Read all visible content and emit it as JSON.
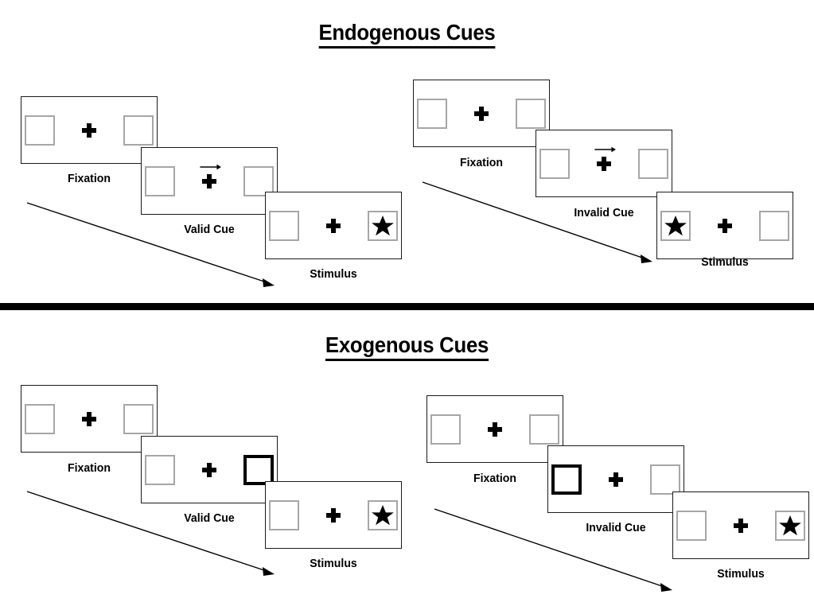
{
  "figure": {
    "title_endogenous": "Endogenous Cues",
    "title_exogenous": "Exogenous Cues",
    "colors": {
      "panel_border": "#1a1a1a",
      "box_border": "#a6a6a6",
      "cued_box_border": "#000000",
      "text": "#000000",
      "background": "#ffffff",
      "divider": "#000000"
    }
  },
  "sections": [
    {
      "id": "endogenous",
      "title": "Endogenous Cues",
      "cue_type": "arrow",
      "sequences": [
        {
          "id": "valid",
          "panels": [
            {
              "label": "Fixation",
              "left_box": "empty",
              "right_box": "empty",
              "cue": "none",
              "stimulus_side": "none"
            },
            {
              "label": "Valid Cue",
              "left_box": "empty",
              "right_box": "empty",
              "cue": "arrow-right",
              "stimulus_side": "none"
            },
            {
              "label": "Stimulus",
              "left_box": "empty",
              "right_box": "star",
              "cue": "none",
              "stimulus_side": "right"
            }
          ]
        },
        {
          "id": "invalid",
          "panels": [
            {
              "label": "Fixation",
              "left_box": "empty",
              "right_box": "empty",
              "cue": "none",
              "stimulus_side": "none"
            },
            {
              "label": "Invalid Cue",
              "left_box": "empty",
              "right_box": "empty",
              "cue": "arrow-right",
              "stimulus_side": "none"
            },
            {
              "label": "Stimulus",
              "left_box": "star",
              "right_box": "empty",
              "cue": "none",
              "stimulus_side": "left"
            }
          ]
        }
      ]
    },
    {
      "id": "exogenous",
      "title": "Exogenous Cues",
      "cue_type": "box-highlight",
      "sequences": [
        {
          "id": "valid",
          "panels": [
            {
              "label": "Fixation",
              "left_box": "empty",
              "right_box": "empty",
              "cue": "none",
              "stimulus_side": "none"
            },
            {
              "label": "Valid Cue",
              "left_box": "empty",
              "right_box": "cued",
              "cue": "box-right",
              "stimulus_side": "none"
            },
            {
              "label": "Stimulus",
              "left_box": "empty",
              "right_box": "star",
              "cue": "none",
              "stimulus_side": "right"
            }
          ]
        },
        {
          "id": "invalid",
          "panels": [
            {
              "label": "Fixation",
              "left_box": "empty",
              "right_box": "empty",
              "cue": "none",
              "stimulus_side": "none"
            },
            {
              "label": "Invalid Cue",
              "left_box": "cued",
              "right_box": "empty",
              "cue": "box-left",
              "stimulus_side": "none"
            },
            {
              "label": "Stimulus",
              "left_box": "empty",
              "right_box": "star",
              "cue": "none",
              "stimulus_side": "right"
            }
          ]
        }
      ]
    }
  ],
  "icons": {
    "fixation_cross": "plus-icon",
    "arrow_cue": "arrow-right-icon",
    "target": "star-icon",
    "time_flow": "diagonal-arrow-icon"
  }
}
